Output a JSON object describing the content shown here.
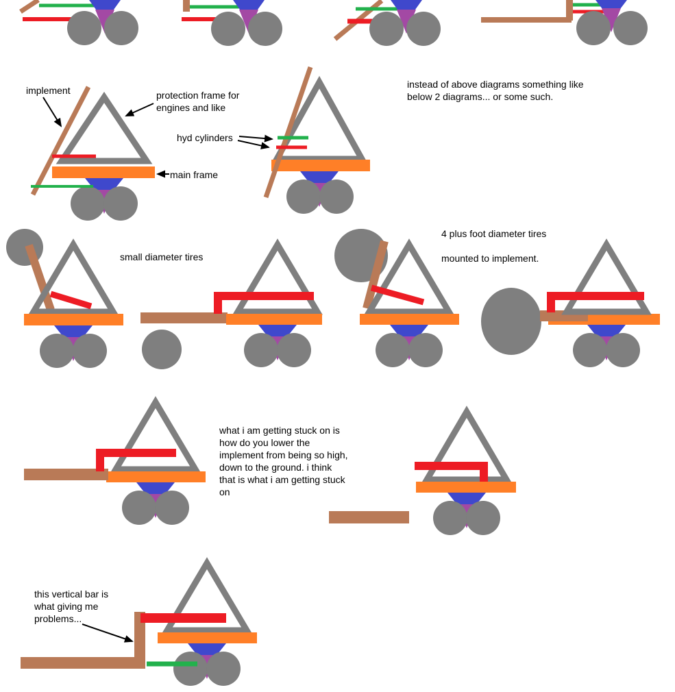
{
  "colors": {
    "frame_gray": "#7f7f7f",
    "main_frame_orange": "#ff7f27",
    "hitch_blue": "#3f48cc",
    "hitch_purple": "#a349a4",
    "cylinder_red": "#ed1c24",
    "cylinder_green": "#22b14c",
    "implement_brown": "#b97a57",
    "ink_black": "#000000",
    "background_white": "#ffffff"
  },
  "labels": {
    "implement": "implement",
    "protection_frame": "protection frame for\nengines and like",
    "hyd_cylinders": "hyd cylinders",
    "main_frame": "main frame",
    "instead_note": "instead of above diagrams something like\nbelow 2 diagrams... or some such.",
    "small_tires": "small diameter tires",
    "big_tires": "4 plus foot diameter tires\n\nmounted to implement.",
    "stuck_note": "what i am getting stuck on is\nhow do you lower the\nimplement from being so high,\ndown to the ground.  i think\nthat is what i am getting stuck\non",
    "vertical_bar_note": "this vertical bar is\nwhat giving me\nproblems..."
  }
}
